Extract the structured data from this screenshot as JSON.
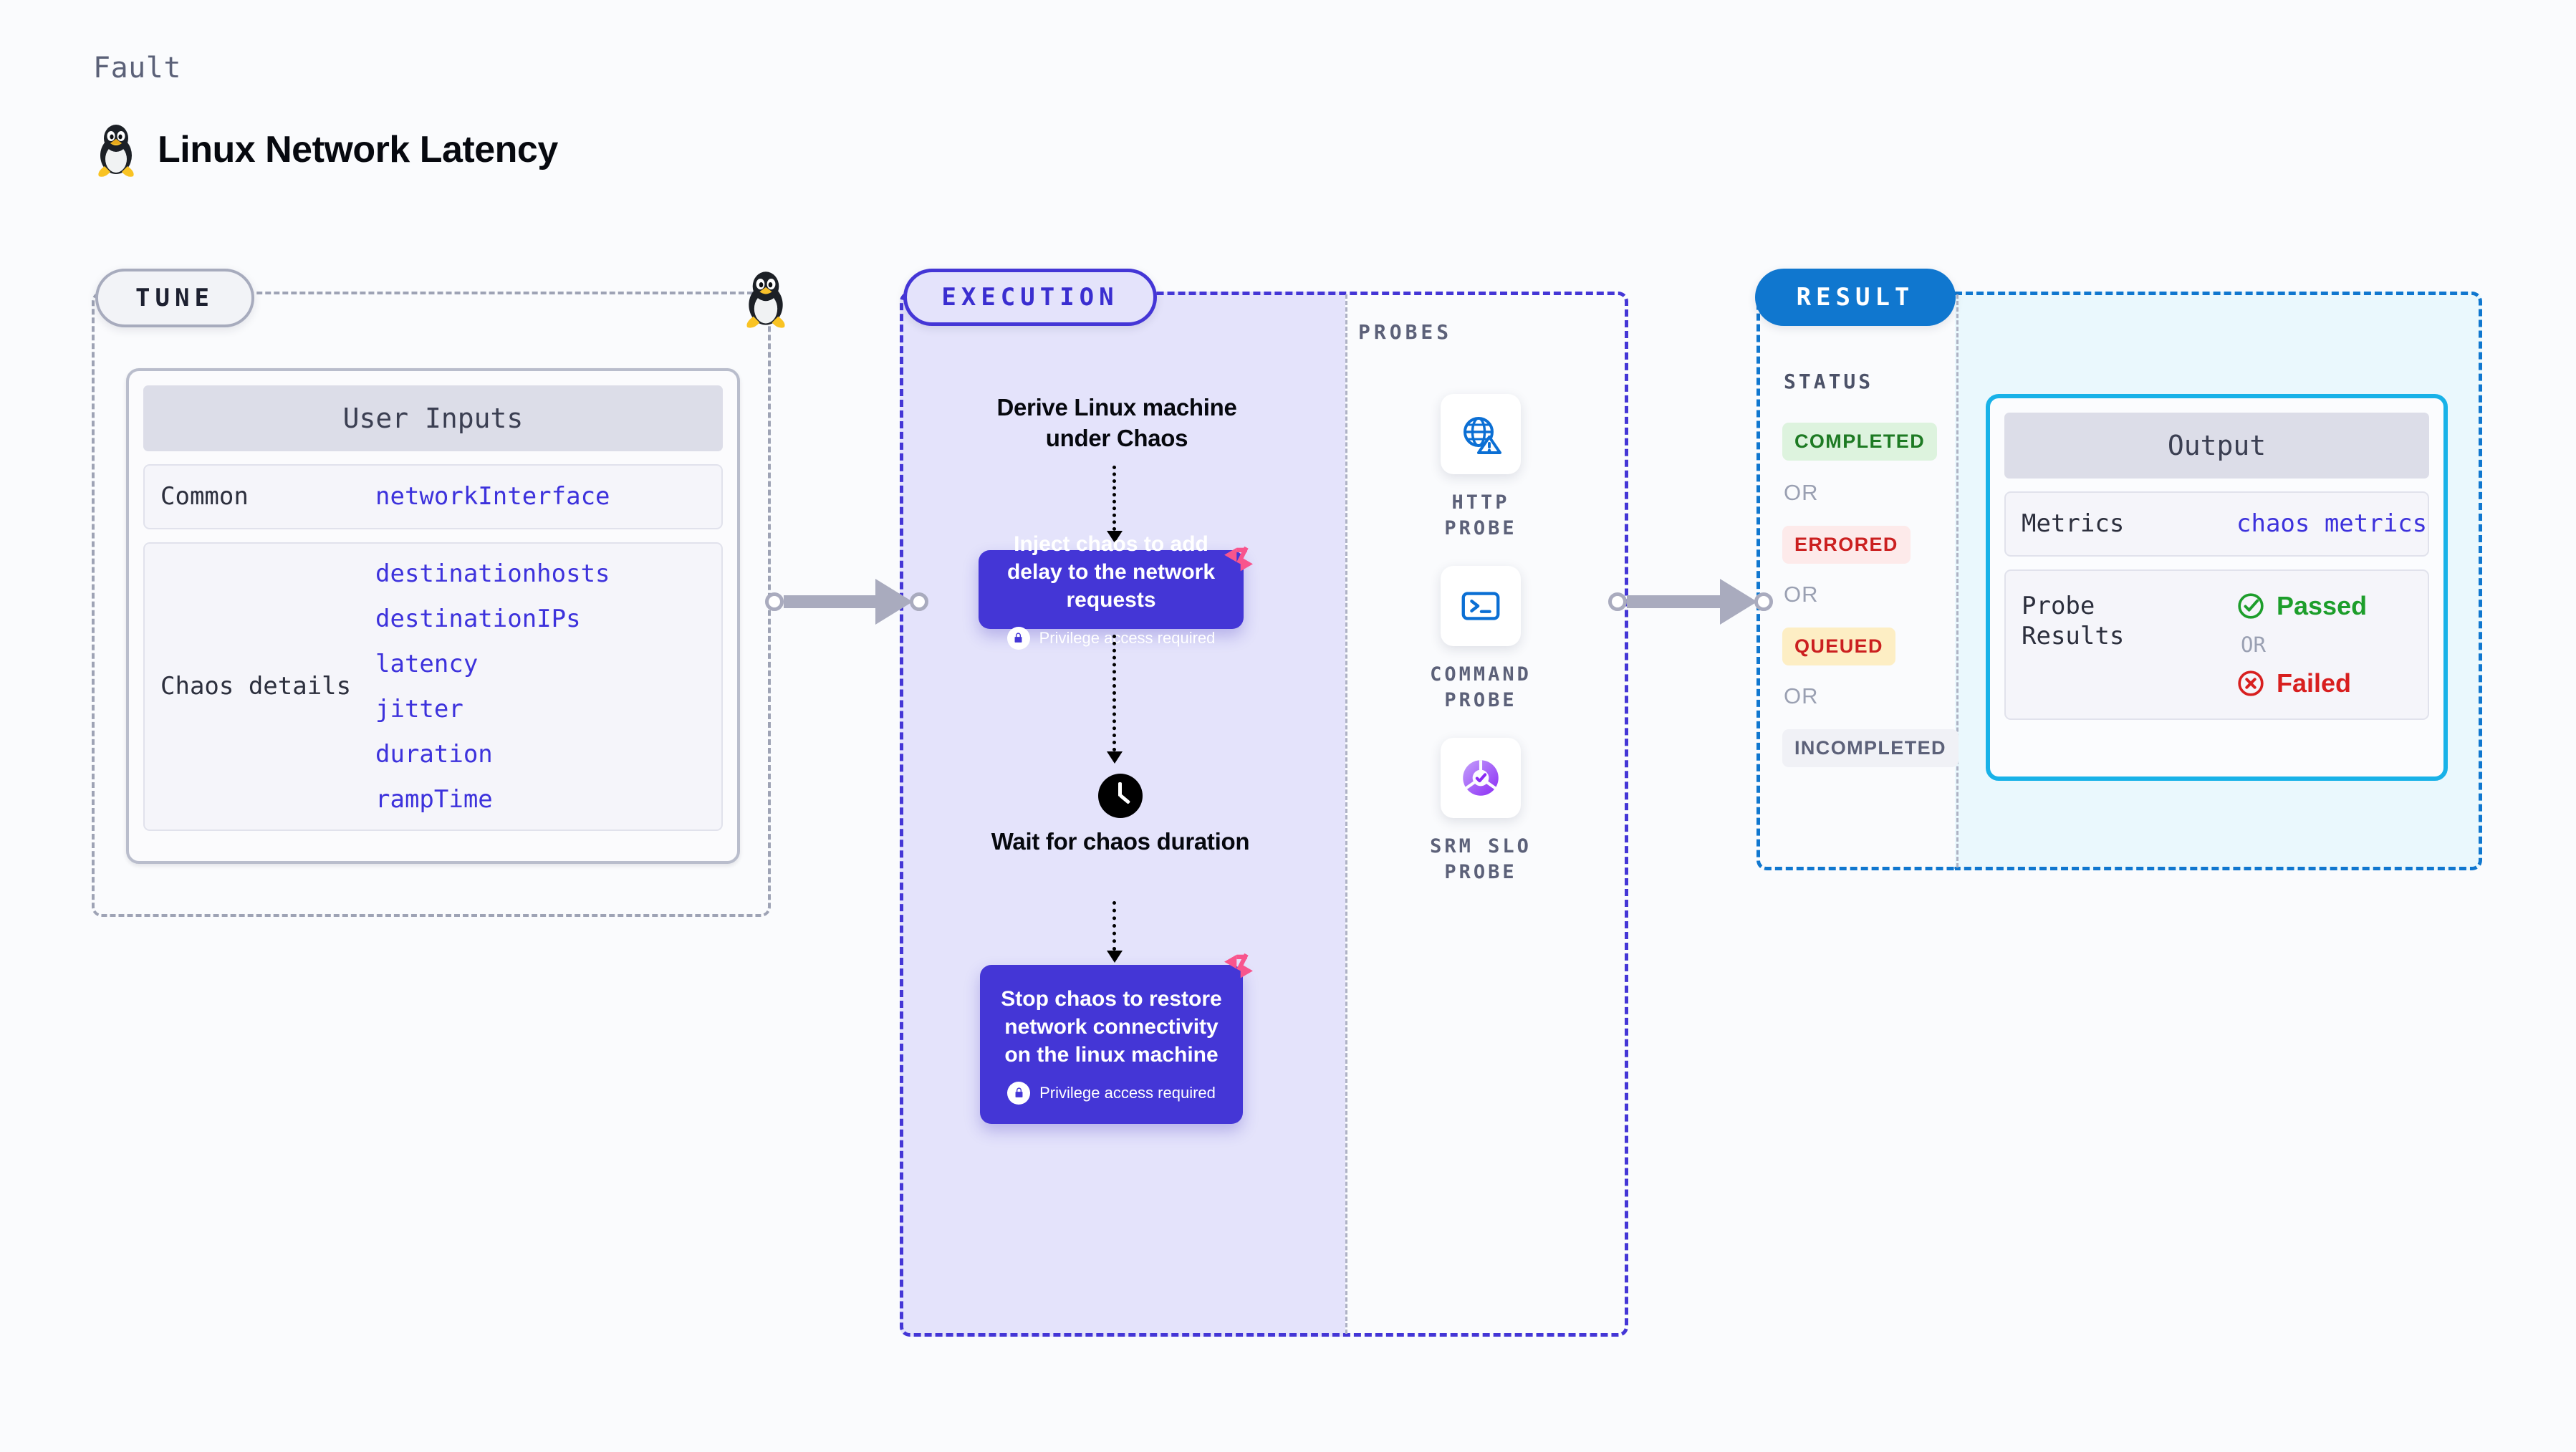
{
  "header": {
    "fault_label": "Fault",
    "title": "Linux Network Latency",
    "icon": "linux-penguin-icon"
  },
  "tune": {
    "pill_label": "TUNE",
    "side_icon": "linux-penguin-icon",
    "card": {
      "header": "User Inputs",
      "rows": [
        {
          "label": "Common",
          "values": [
            "networkInterface"
          ]
        },
        {
          "label": "Chaos details",
          "values": [
            "destinationhosts",
            "destinationIPs",
            "latency",
            "jitter",
            "duration",
            "rampTime"
          ]
        }
      ]
    }
  },
  "connectors": [
    {
      "name": "tune-to-execution-arrow"
    },
    {
      "name": "probes-to-result-arrow"
    }
  ],
  "execution": {
    "pill_label": "EXECUTION",
    "steps": [
      {
        "type": "label",
        "text": "Derive Linux machine\nunder Chaos"
      },
      {
        "type": "card",
        "text": "Inject chaos to add delay to\nthe network requests",
        "privilege_note": "Privilege access required",
        "badge": "harness-chaos-icon"
      },
      {
        "type": "clock-label",
        "icon": "clock-icon",
        "text": "Wait for chaos\nduration"
      },
      {
        "type": "card",
        "text": "Stop chaos to\nrestore network\nconnectivity on the\nlinux machine",
        "privilege_note": "Privilege access required",
        "badge": "harness-chaos-icon"
      }
    ]
  },
  "probes": {
    "section_label": "PROBES",
    "items": [
      {
        "icon": "globe-warning-icon",
        "caption": "HTTP  PROBE"
      },
      {
        "icon": "terminal-prompt-icon",
        "caption": "COMMAND\nPROBE"
      },
      {
        "icon": "srm-slo-donut-icon",
        "caption": "SRM  SLO\nPROBE"
      }
    ]
  },
  "result": {
    "pill_label": "RESULT",
    "status_label": "STATUS",
    "or_text": "OR",
    "statuses": [
      {
        "text": "COMPLETED",
        "bg": "#ddf3de",
        "fg": "#1d7a23"
      },
      {
        "text": "ERRORED",
        "bg": "#fdeaea",
        "fg": "#cb2020"
      },
      {
        "text": "QUEUED",
        "bg": "#fdeec4",
        "fg": "#cb2020"
      },
      {
        "text": "INCOMPLETED",
        "bg": "#f0f1f6",
        "fg": "#5c6179"
      }
    ],
    "output": {
      "header": "Output",
      "metrics_label": "Metrics",
      "metrics_value": "chaos metrics",
      "probe_results_label": "Probe\nResults",
      "passed_text": "Passed",
      "failed_text": "Failed",
      "or_text": "OR",
      "passed_icon": "check-circle-icon",
      "failed_icon": "x-circle-icon"
    }
  },
  "colors": {
    "accent_purple": "#4436d6",
    "accent_blue": "#1077cf",
    "accent_cyan": "#18b2e8",
    "pink_badge": "#f8558d",
    "value_text": "#3d32dc",
    "success_green": "#1d9e2b",
    "error_red": "#d81f1f"
  }
}
